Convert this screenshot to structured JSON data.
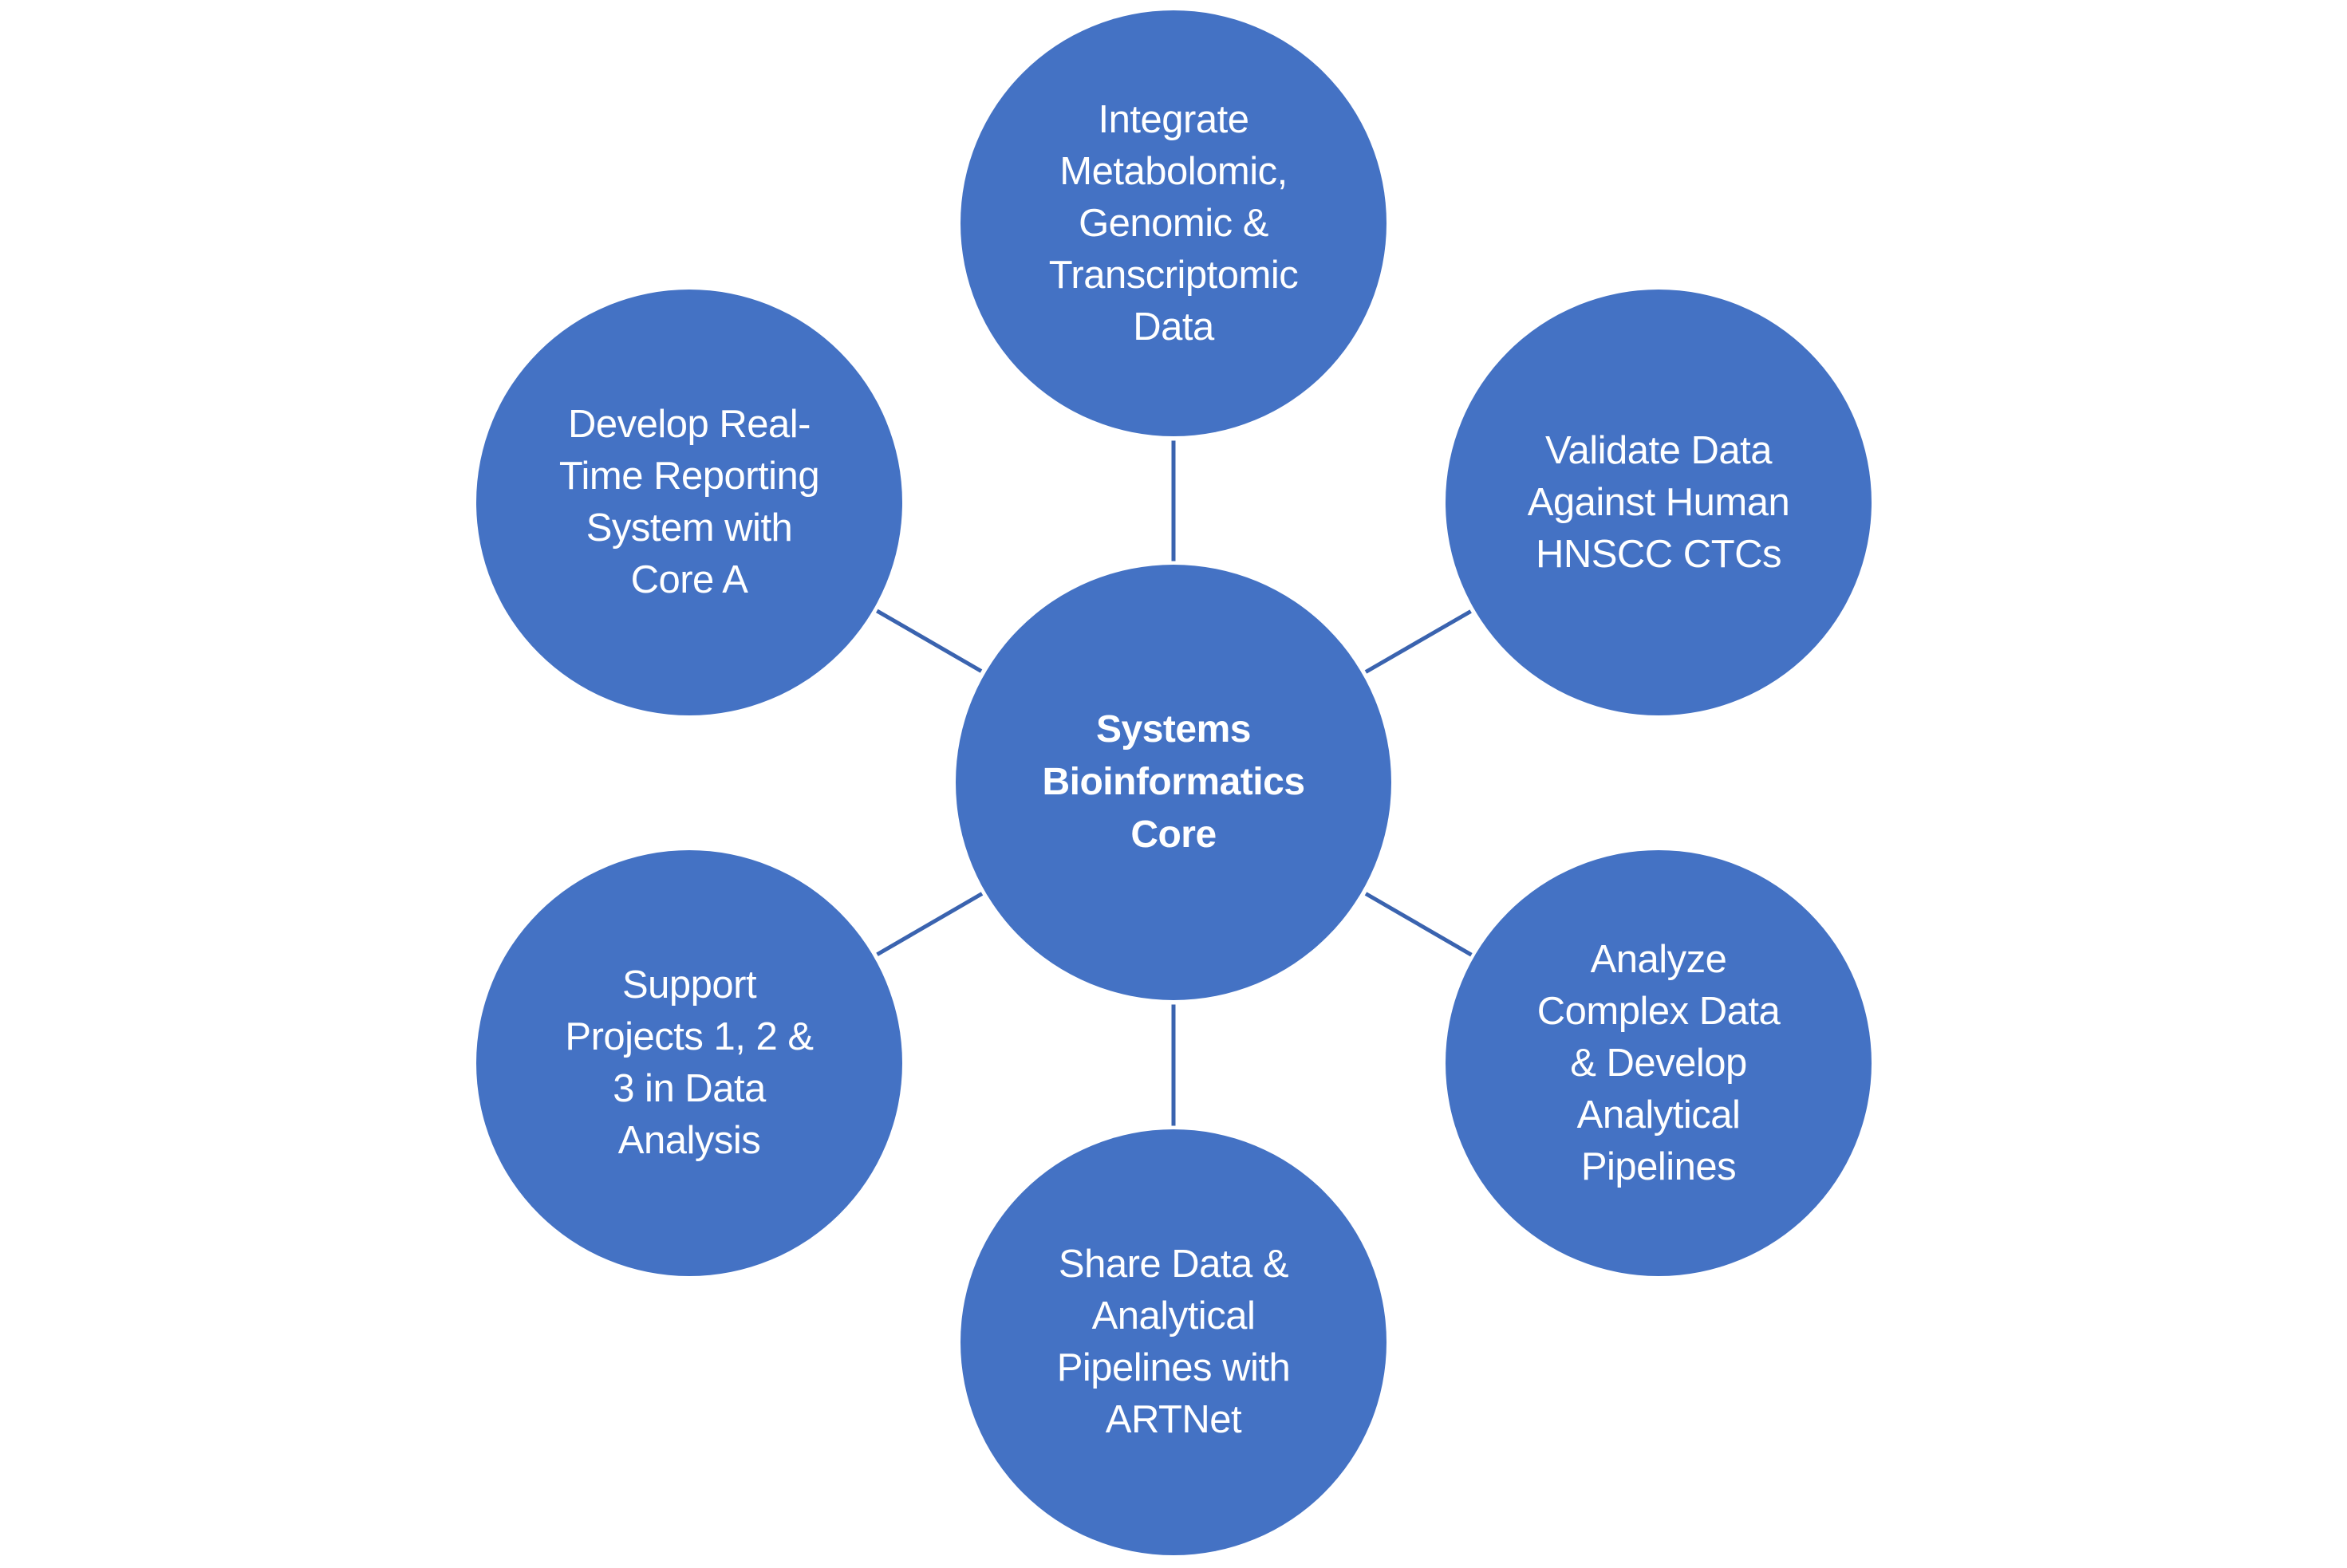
{
  "diagram": {
    "type": "hub-and-spoke",
    "colors": {
      "node_fill": "#4472C4",
      "connector": "#3A63AF",
      "label_text": "#FFFFFF",
      "background": "#FFFFFF"
    },
    "hub": {
      "label": "Systems\nBioinformatics\nCore"
    },
    "spokes": [
      {
        "position": "top",
        "label": "Integrate\nMetabolomic,\nGenomic &\nTranscriptomic\nData"
      },
      {
        "position": "upper-right",
        "label": "Validate Data\nAgainst Human\nHNSCC CTCs"
      },
      {
        "position": "lower-right",
        "label": "Analyze\nComplex Data\n& Develop\nAnalytical\nPipelines"
      },
      {
        "position": "bottom",
        "label": "Share Data &\nAnalytical\nPipelines with\nARTNet"
      },
      {
        "position": "lower-left",
        "label": "Support\nProjects 1, 2 &\n3 in Data\nAnalysis"
      },
      {
        "position": "upper-left",
        "label": "Develop Real-\nTime Reporting\nSystem with\nCore A"
      }
    ]
  }
}
